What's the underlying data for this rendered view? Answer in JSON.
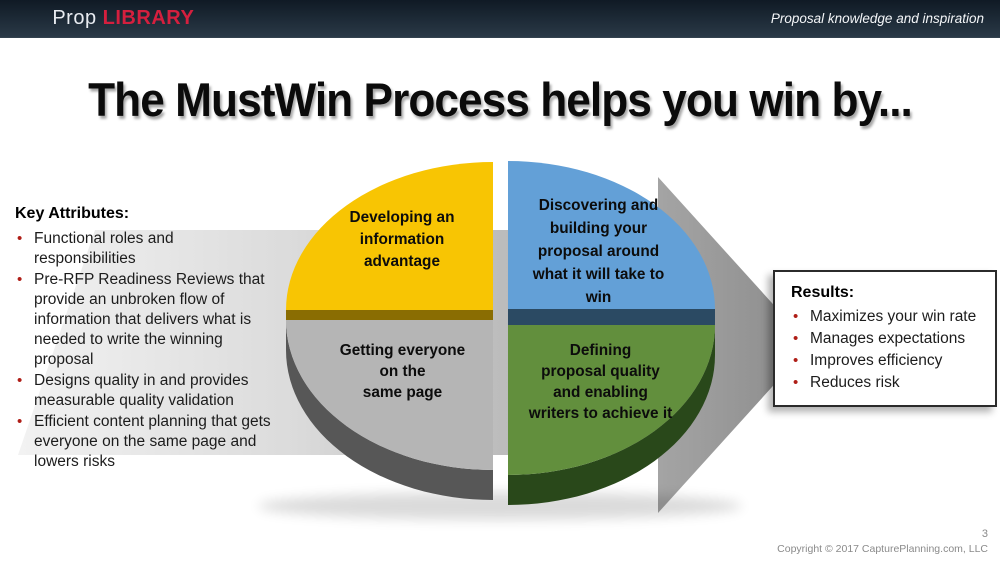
{
  "colors": {
    "brand_red": "#D51F3E",
    "bullet_red": "#AF1E17"
  },
  "header": {
    "logo_prop": "Prop ",
    "logo_library": "LIBRARY",
    "tagline": "Proposal knowledge and inspiration"
  },
  "title": "The MustWin Process helps you win by...",
  "key_attributes": {
    "heading": "Key Attributes:",
    "items": [
      "Functional roles and\nresponsibilities",
      "Pre-RFP Readiness Reviews that\nprovide an unbroken flow of\ninformation that delivers what is\nneeded to write the winning\nproposal",
      "Designs quality in and provides\nmeasurable quality validation",
      "Efficient content planning that gets\neveryone on the same page and\nlowers risks"
    ]
  },
  "pie": {
    "slices": [
      {
        "name": "developing-information-advantage",
        "label": "Developing an\ninformation\nadvantage",
        "color": "#F8C503",
        "side_color": "#8A6D02"
      },
      {
        "name": "discovering-building-proposal",
        "label": "Discovering and\nbuilding your\nproposal around\nwhat it will take to\nwin",
        "color": "#63A0D7",
        "side_color": "#2B4A63"
      },
      {
        "name": "getting-everyone-same-page",
        "label": "Getting everyone\non the\nsame page",
        "color": "#B5B5B5",
        "side_color": "#575757"
      },
      {
        "name": "defining-proposal-quality",
        "label": "Defining\nproposal quality\nand enabling\nwriters to achieve it",
        "color": "#628F3D",
        "side_color": "#29481A"
      }
    ]
  },
  "results": {
    "heading": "Results:",
    "items": [
      "Maximizes your win rate",
      "Manages expectations",
      "Improves efficiency",
      "Reduces risk"
    ]
  },
  "footer": {
    "page_number": "3",
    "copyright": "Copyright © 2017 CapturePlanning.com, LLC"
  }
}
